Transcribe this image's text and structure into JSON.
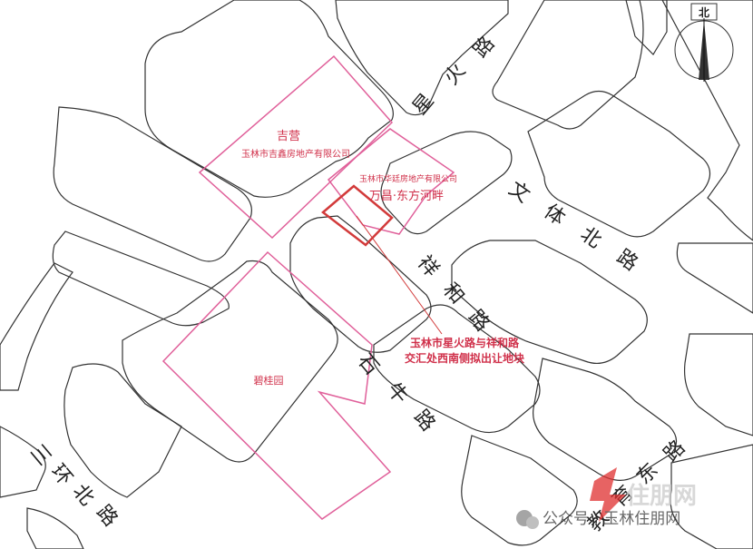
{
  "map": {
    "north_label": "北",
    "roads": {
      "xinghuo": "星火路",
      "wenti_north": "文体北路",
      "xianghe": "祥和路",
      "shiniu": "石牛路",
      "third_ring_north": "三环北路",
      "jiaoyu_east": "教育东路"
    },
    "parcels": {
      "jiying_name": "吉营",
      "jiying_company": "玉林市吉鑫房地产有限公司",
      "huating_company": "玉林市华廷房地产有限公司",
      "wanchang_name": "万昌·东方河畔",
      "biguiyuan": "碧桂园"
    },
    "target_label_line1": "玉林市星火路与祥和路",
    "target_label_line2": "交汇处西南侧拟出让地块"
  },
  "watermark": {
    "logo_text": "住朋网",
    "caption": "公众号 · 玉林住朋网"
  },
  "colors": {
    "road_outline": "#333333",
    "parcel_outline": "#e0609a",
    "target_parcel": "#d23a3a",
    "label_red": "#d0304a"
  }
}
